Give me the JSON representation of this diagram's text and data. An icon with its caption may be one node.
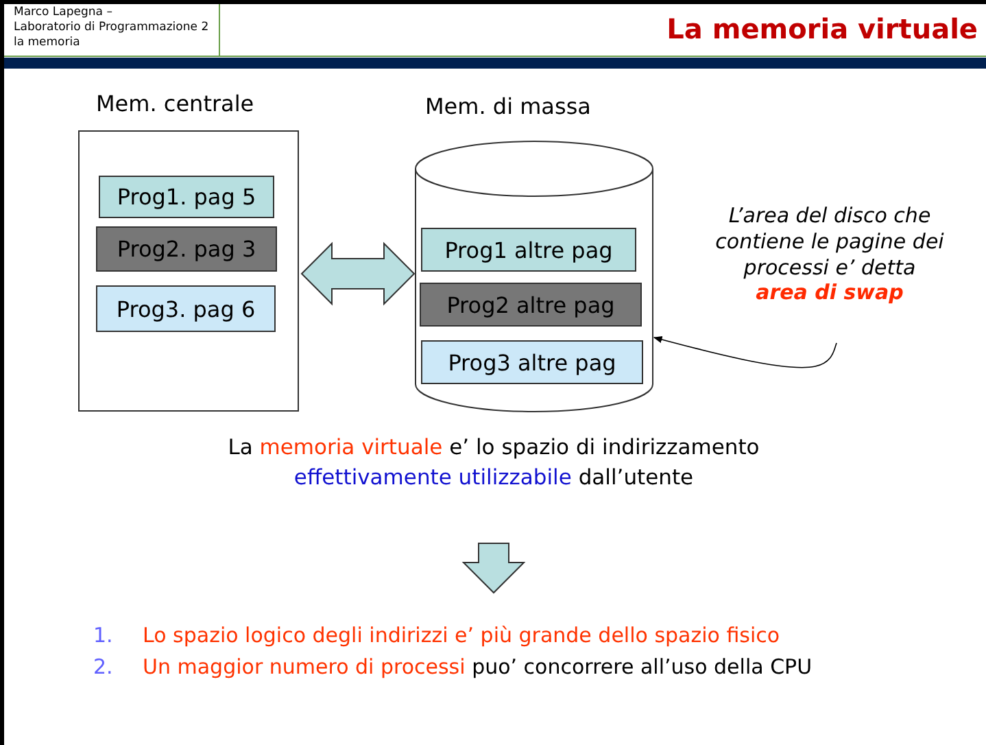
{
  "diagram": {
    "title": "La memoria virtuale",
    "nodes": [
      {
        "text": [
          "Mem. centrale"
        ]
      },
      {
        "text": [
          "Prog1. pag 5"
        ],
        "in": 0
      },
      {
        "text": [
          "Prog2. pag 3"
        ],
        "in": 0
      },
      {
        "text": [
          "Prog3. pag 6"
        ],
        "in": 0
      },
      {
        "text": [
          "Mem. di massa"
        ]
      },
      {
        "text": [
          "Prog1 altre pag"
        ],
        "in": 4
      },
      {
        "text": [
          "Prog2 altre pag"
        ],
        "in": 4
      },
      {
        "text": [
          "Prog3 altre pag"
        ],
        "in": 4
      },
      {
        "text": [
          "L’area del disco che contiene le pagine dei processi e’ detta **area di swap**"
        ]
      },
      {
        "text": [
          "La *memoria virtuale* e’ lo spazio di indirizzamento **effettivamente utilizzabile** dall’utente"
        ]
      },
      {
        "text": [
          "1.",
          "*Lo spazio logico degli indirizzi e’  più grande dello spazio fisico*",
          "2.",
          "*Un maggior numero di processi* puo’ concorrere all’uso della CPU"
        ]
      }
    ],
    "edges": [
      {
        "from": 0,
        "to": 4,
        "arrow": "both",
        "style": "thick",
        "color": "#b9dfe0"
      },
      {
        "from": 8,
        "to": 4,
        "arrow": "to"
      },
      {
        "from": 9,
        "to": 10,
        "arrow": "to",
        "style": "thick",
        "color": "#b9dfe0"
      }
    ],
    "labels": [
      "Marco Lapegna –",
      "Laboratorio di Programmazione 2",
      "la memoria"
    ]
  }
}
